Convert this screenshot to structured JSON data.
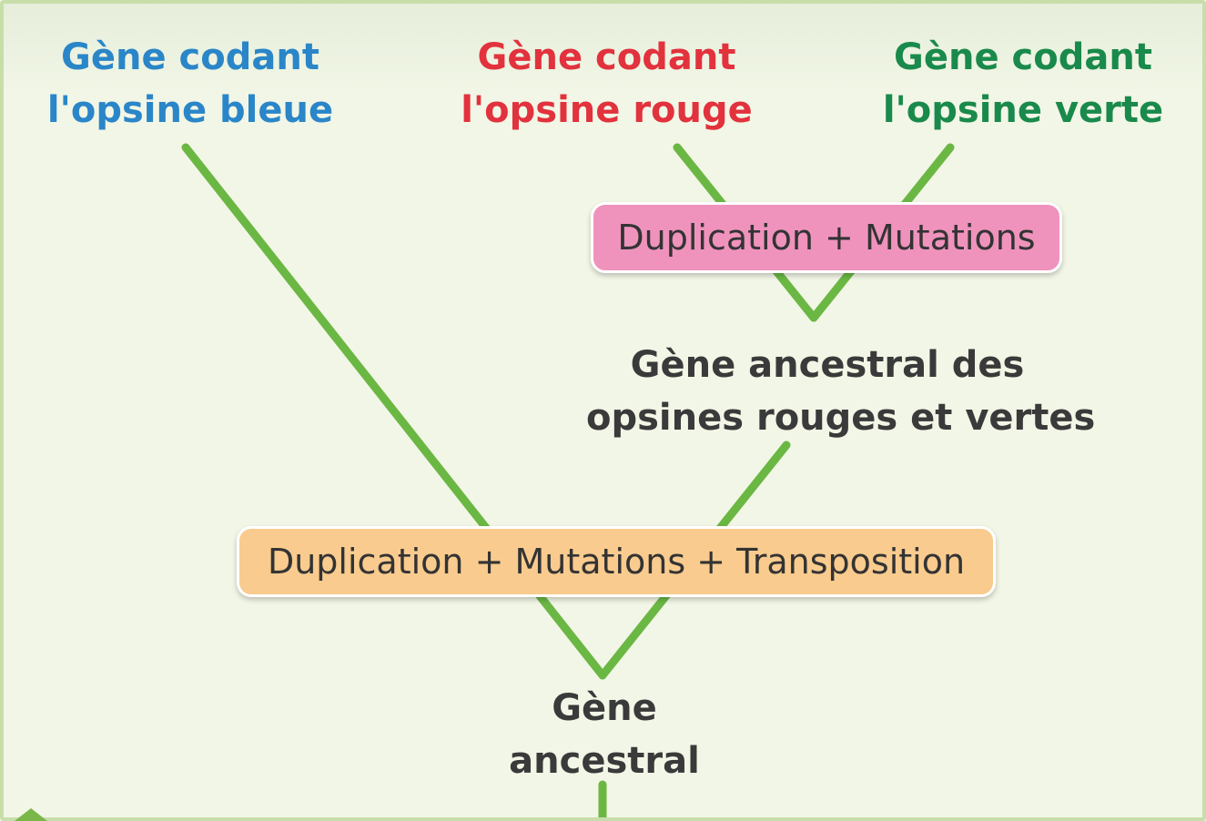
{
  "colors": {
    "background": "#f2f6e6",
    "border": "#c8deaa",
    "branch": "#6bb744",
    "blue": "#2a86c8",
    "red": "#e2323d",
    "green": "#198a4b",
    "text_dark": "#3a3a3a",
    "box_pink": "#ef93bd",
    "box_orange": "#f9cb8e"
  },
  "leaves": {
    "blue": {
      "line1": "Gène codant",
      "line2": "l'opsine bleue"
    },
    "red": {
      "line1": "Gène codant",
      "line2": "l'opsine rouge"
    },
    "green": {
      "line1": "Gène codant",
      "line2": "l'opsine verte"
    }
  },
  "nodes": {
    "ancestor_red_green": {
      "line1": "Gène ancestral des",
      "line2": "opsines rouges et vertes"
    },
    "ancestor": {
      "line1": "Gène",
      "line2": "ancestral"
    }
  },
  "events": {
    "upper": {
      "label": "Duplication + Mutations"
    },
    "lower": {
      "label": "Duplication + Mutations + Transposition"
    }
  }
}
